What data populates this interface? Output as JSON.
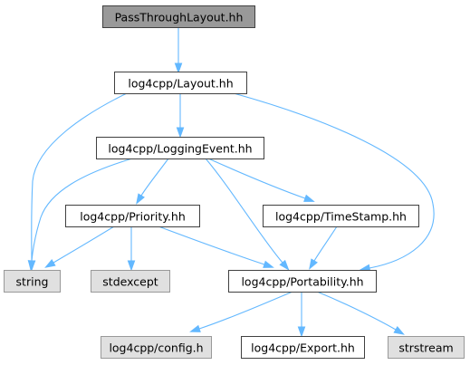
{
  "colors": {
    "edge": "#63b8ff",
    "node_border": "#404040",
    "text": "#000000",
    "current_fill": "#999999",
    "project_fill": "#ffffff",
    "external_fill": "#e0e0e0",
    "external_border": "#999999"
  },
  "nodes": [
    {
      "id": "pass_through_layout",
      "label": "PassThroughLayout.hh",
      "kind": "current"
    },
    {
      "id": "layout",
      "label": "log4cpp/Layout.hh",
      "kind": "project"
    },
    {
      "id": "logging_event",
      "label": "log4cpp/LoggingEvent.hh",
      "kind": "project"
    },
    {
      "id": "priority",
      "label": "log4cpp/Priority.hh",
      "kind": "project"
    },
    {
      "id": "time_stamp",
      "label": "log4cpp/TimeStamp.hh",
      "kind": "project"
    },
    {
      "id": "string",
      "label": "string",
      "kind": "external"
    },
    {
      "id": "stdexcept",
      "label": "stdexcept",
      "kind": "external"
    },
    {
      "id": "portability",
      "label": "log4cpp/Portability.hh",
      "kind": "project"
    },
    {
      "id": "config",
      "label": "log4cpp/config.h",
      "kind": "external"
    },
    {
      "id": "export",
      "label": "log4cpp/Export.hh",
      "kind": "project"
    },
    {
      "id": "strstream",
      "label": "strstream",
      "kind": "external"
    }
  ],
  "edges": [
    {
      "from": "pass_through_layout",
      "to": "layout"
    },
    {
      "from": "layout",
      "to": "string"
    },
    {
      "from": "layout",
      "to": "logging_event"
    },
    {
      "from": "layout",
      "to": "portability"
    },
    {
      "from": "logging_event",
      "to": "string"
    },
    {
      "from": "logging_event",
      "to": "priority"
    },
    {
      "from": "logging_event",
      "to": "time_stamp"
    },
    {
      "from": "logging_event",
      "to": "portability"
    },
    {
      "from": "priority",
      "to": "string"
    },
    {
      "from": "priority",
      "to": "stdexcept"
    },
    {
      "from": "priority",
      "to": "portability"
    },
    {
      "from": "time_stamp",
      "to": "portability"
    },
    {
      "from": "portability",
      "to": "config"
    },
    {
      "from": "portability",
      "to": "export"
    },
    {
      "from": "portability",
      "to": "strstream"
    }
  ]
}
